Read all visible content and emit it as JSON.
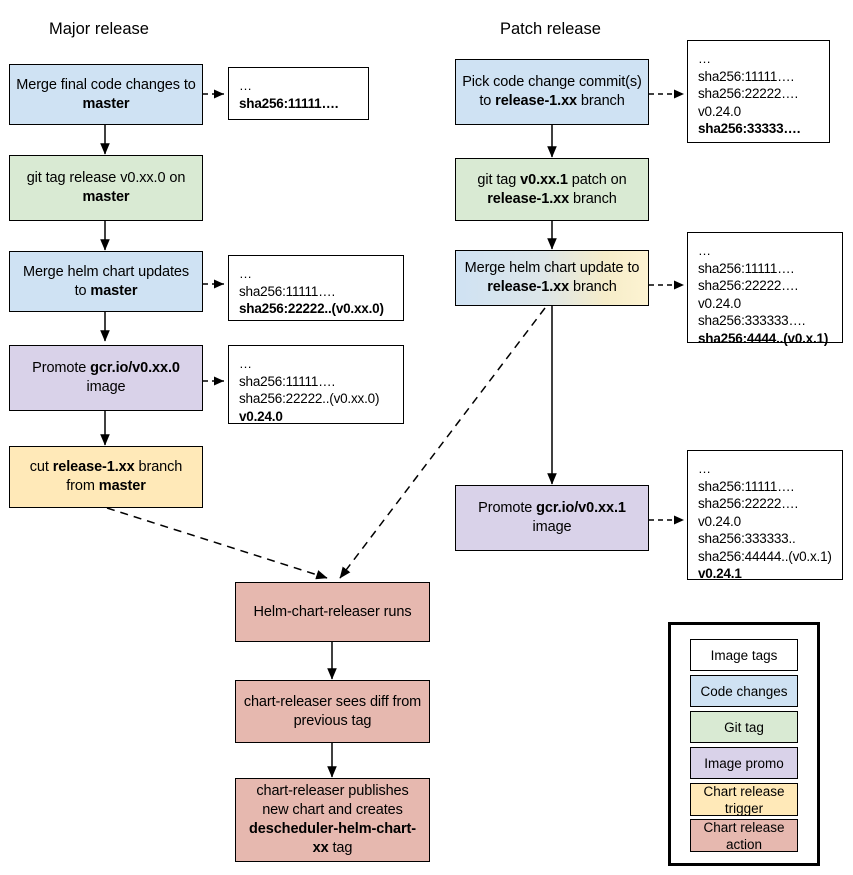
{
  "diagram": {
    "title_major": "Major release",
    "title_patch": "Patch release"
  },
  "major_flow": {
    "n1": "Merge final code changes to <b>master</b>",
    "n2": "git tag release v0.xx.0 on <b>master</b>",
    "n3": "Merge helm chart updates to <b>master</b>",
    "n4": "Promote <b>gcr.io/v0.xx.0</b> image",
    "n5": "cut <b>release-1.xx</b> branch from <b>master</b>"
  },
  "patch_flow": {
    "p1": "Pick code change commit(s) to <b>release-1.xx</b> branch",
    "p2": "git tag <b>v0.xx.1</b> patch on <b>release-1.xx</b> branch",
    "p3": "Merge helm chart update to <b>release-1.xx</b> branch",
    "p4": "Promote <b>gcr.io/v0.xx.1</b> image"
  },
  "releaser_flow": {
    "r1": "Helm-chart-releaser runs",
    "r2": "chart-releaser sees diff from previous tag",
    "r3": "chart-releaser publishes new chart and creates <b>descheduler-helm-chart-xx</b> tag"
  },
  "notes": {
    "note1": {
      "lines": [
        "…",
        "<span class=\"b\">sha256:11111….</span>"
      ]
    },
    "note2": {
      "lines": [
        "…",
        "sha256:11111….",
        "<span class=\"b\">sha256:22222..(v0.xx.0)</span>"
      ]
    },
    "note3": {
      "lines": [
        "…",
        "sha256:11111….",
        "sha256:22222..(v0.xx.0)",
        "<span class=\"b\">v0.24.0</span>"
      ]
    },
    "note4": {
      "lines": [
        "…",
        "sha256:11111….",
        "sha256:22222….",
        "v0.24.0",
        "<span class=\"b\">sha256:33333….</span>"
      ]
    },
    "note5": {
      "lines": [
        "…",
        "sha256:11111….",
        "sha256:22222….",
        "v0.24.0",
        "sha256:333333….",
        "<span class=\"b\">sha256:4444..(v0.x.1)</span>"
      ]
    },
    "note6": {
      "lines": [
        "…",
        "sha256:11111….",
        "sha256:22222….",
        "v0.24.0",
        "sha256:333333..",
        "sha256:44444..(v0.x.1)",
        "<span class=\"b\">v0.24.1</span>"
      ]
    }
  },
  "legend": {
    "items": [
      {
        "label": "Image tags",
        "color": "#ffffff"
      },
      {
        "label": "Code changes",
        "color": "#cfe2f3"
      },
      {
        "label": "Git tag",
        "color": "#d9ead3"
      },
      {
        "label": "Image promo",
        "color": "#d9d2e9"
      },
      {
        "label": "Chart release trigger",
        "color": "#ffe9b8"
      },
      {
        "label": "Chart release action",
        "color": "#e6b8af"
      }
    ]
  },
  "colors": {
    "code_changes": "#cfe2f3",
    "git_tag": "#d9ead3",
    "image_promo": "#d9d2e9",
    "chart_trigger": "#ffe9b8",
    "chart_action": "#e6b8af",
    "stroke": "#000000",
    "background": "#ffffff"
  }
}
